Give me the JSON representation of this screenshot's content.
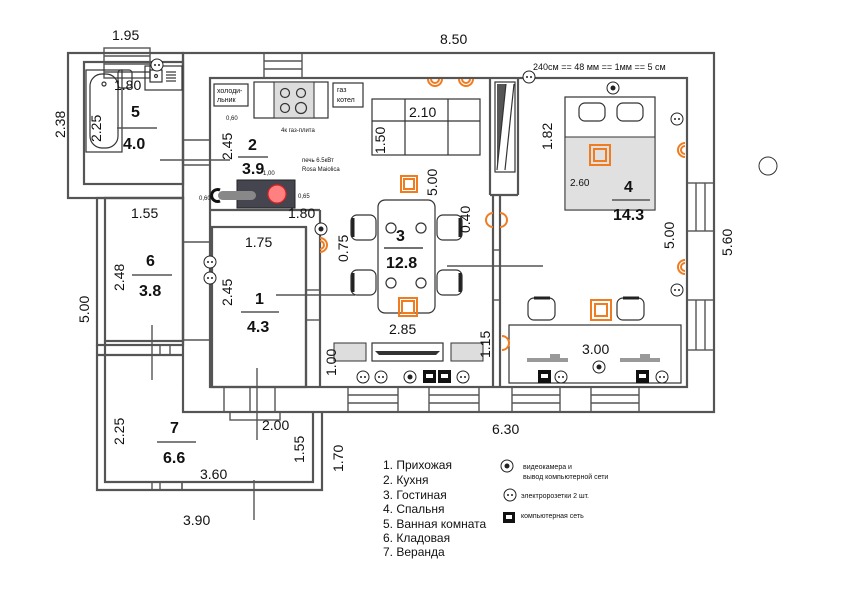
{
  "scale_note": "240см == 48 мм == 1мм == 5 см",
  "dimensions": {
    "top_total": "8.50",
    "bath_top": "1.95",
    "bath_left": "2.38",
    "bath_inner_h": "2.25",
    "bath_inner_w": "1.80",
    "kitchen_h": "2.45",
    "pantry_w": "1.55",
    "pantry_h": "2.48",
    "left_total": "5.00",
    "hall_w": "1.75",
    "hall_h": "2.45",
    "hall_top": "1.80",
    "living_w": "2.85",
    "living_v": "5.00",
    "living_075": "0.75",
    "living_040": "0.40",
    "sofa_w": "2.10",
    "sofa_h": "1.50",
    "wardrobe_h": "1.82",
    "bed_w": "2.60",
    "bedroom_h": "5.00",
    "right_total": "5.60",
    "desk_w": "3.00",
    "bottom_total": "6.30",
    "veranda_h": "2.25",
    "veranda_w": "3.60",
    "veranda_bottom": "3.90",
    "veranda_right": "1.55",
    "veranda_170": "1.70",
    "hall_bottom": "2.00",
    "cab_left": "1.00",
    "cab_right": "1.15"
  },
  "rooms": [
    {
      "num": "1",
      "area": "4.3"
    },
    {
      "num": "2",
      "area": "3.9"
    },
    {
      "num": "3",
      "area": "12.8"
    },
    {
      "num": "4",
      "area": "14.3"
    },
    {
      "num": "5",
      "area": "4.0"
    },
    {
      "num": "6",
      "area": "3.8"
    },
    {
      "num": "7",
      "area": "6.6"
    }
  ],
  "kitchen": {
    "fridge_line1": "холоди-",
    "fridge_line2": "льник",
    "fridge_size": "0,60",
    "stove": "4к газ-плита",
    "boiler_line1": "газ",
    "boiler_line2": "котел",
    "oven_line1": "печь 6.5кВт",
    "oven_line2": "Rosa Maiolica",
    "oven_w": "1,00",
    "oven_left": "0,60",
    "oven_right": "0,65"
  },
  "legend_rooms": [
    "1. Прихожая",
    "2. Кухня",
    "3. Гостиная",
    "4. Спальня",
    "5. Ванная комната",
    "6. Кладовая",
    "7. Веранда"
  ],
  "legend_symbols": [
    {
      "icon": "camera-network-icon",
      "line1": "видеокамера и",
      "line2": "вывод компьютерной сети"
    },
    {
      "icon": "socket-icon",
      "line1": "электророзетки 2 шт.",
      "line2": ""
    },
    {
      "icon": "network-port-icon",
      "line1": "компьютерная сеть",
      "line2": ""
    }
  ],
  "colors": {
    "wall": "#555555",
    "accent": "#f07c22",
    "oven_red": "#ff8080",
    "bed_fill": "#e0e0e0"
  }
}
